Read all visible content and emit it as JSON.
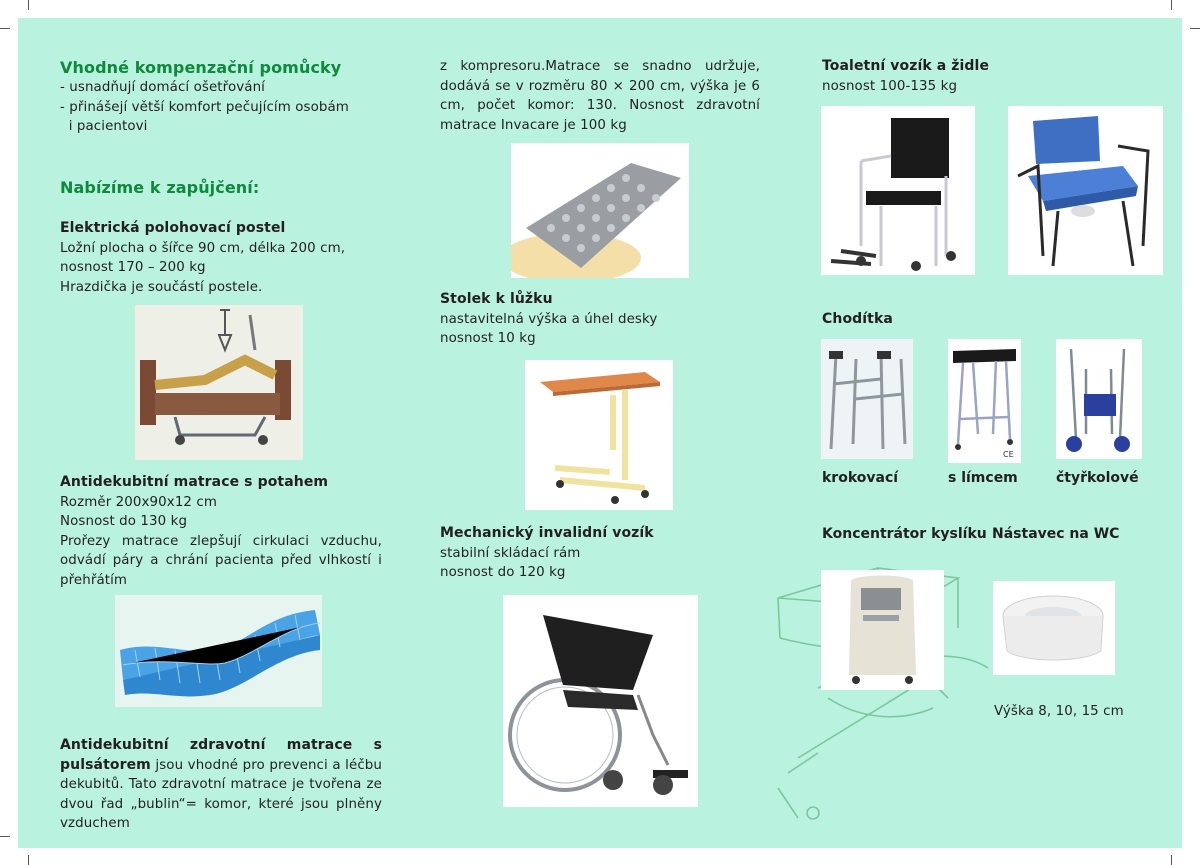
{
  "col1": {
    "heading": "Vhodné kompenzační pomůcky",
    "bullets": [
      "- usnadňují domácí ošetřování",
      "- přinášejí větší komfort pečujícím osobám",
      "  i pacientovi"
    ],
    "offer_heading": "Nabízíme k zapůjčení:",
    "bed": {
      "title": "Elektrická polohovací postel",
      "lines": [
        "Ložní plocha o šířce 90 cm, délka 200 cm,",
        "nosnost 170 – 200 kg",
        "Hrazdička je součástí postele."
      ]
    },
    "mattress": {
      "title": "Antidekubitní matrace s potahem",
      "lines": [
        "Rozměr 200x90x12 cm",
        "Nosnost do 130 kg"
      ],
      "para": "Prořezy matrace zlepšují cirkulaci vzduchu, odvádí páry a chrání pacienta před vlhkostí i přehřátím"
    },
    "pulse": {
      "title": "Antidekubitní zdravotní matrace s pulsátorem",
      "rest": " jsou vhodné pro prevenci a léčbu dekubitů. Tato zdravotní matrace je tvořena ze dvou řad „bublin“= komor, které jsou plněny vzduchem"
    }
  },
  "col2": {
    "intro": "z kompresoru.Matrace se snadno udržuje, dodává se v rozměru 80 × 200 cm, výška je 6 cm, počet komor: 130. Nosnost zdravotní matrace Invacare je 100 kg",
    "table": {
      "title": "Stolek k lůžku",
      "lines": [
        "nastavitelná výška a úhel desky",
        "nosnost 10 kg"
      ]
    },
    "wheelchair": {
      "title": "Mechanický invalidní vozík",
      "lines": [
        "stabilní skládací rám",
        "nosnost do 120 kg"
      ]
    }
  },
  "col3": {
    "toilet": {
      "title": "Toaletní vozík a židle",
      "line": "nosnost 100-135 kg"
    },
    "walkers": {
      "title": "Chodítka",
      "labels": [
        "krokovací",
        "s límcem",
        "čtyřkolové"
      ]
    },
    "oxygen": {
      "title": "Koncentrátor kyslíku"
    },
    "wc": {
      "title": "Nástavec na WC",
      "note": "Výška 8, 10, 15 cm"
    }
  },
  "colors": {
    "background": "#b9f2de",
    "heading_green": "#0f8a3c",
    "sketch": "#7cc79d"
  },
  "icons": [
    "bed-photo",
    "mattress-photo",
    "air-mattress-photo",
    "overbed-table-photo",
    "wheelchair-photo",
    "commode-photo",
    "chair-photo",
    "walker-photo",
    "collar-walker-photo",
    "rollator-photo",
    "oxygen-concentrator-photo",
    "toilet-riser-photo",
    "sketch-illustration"
  ]
}
